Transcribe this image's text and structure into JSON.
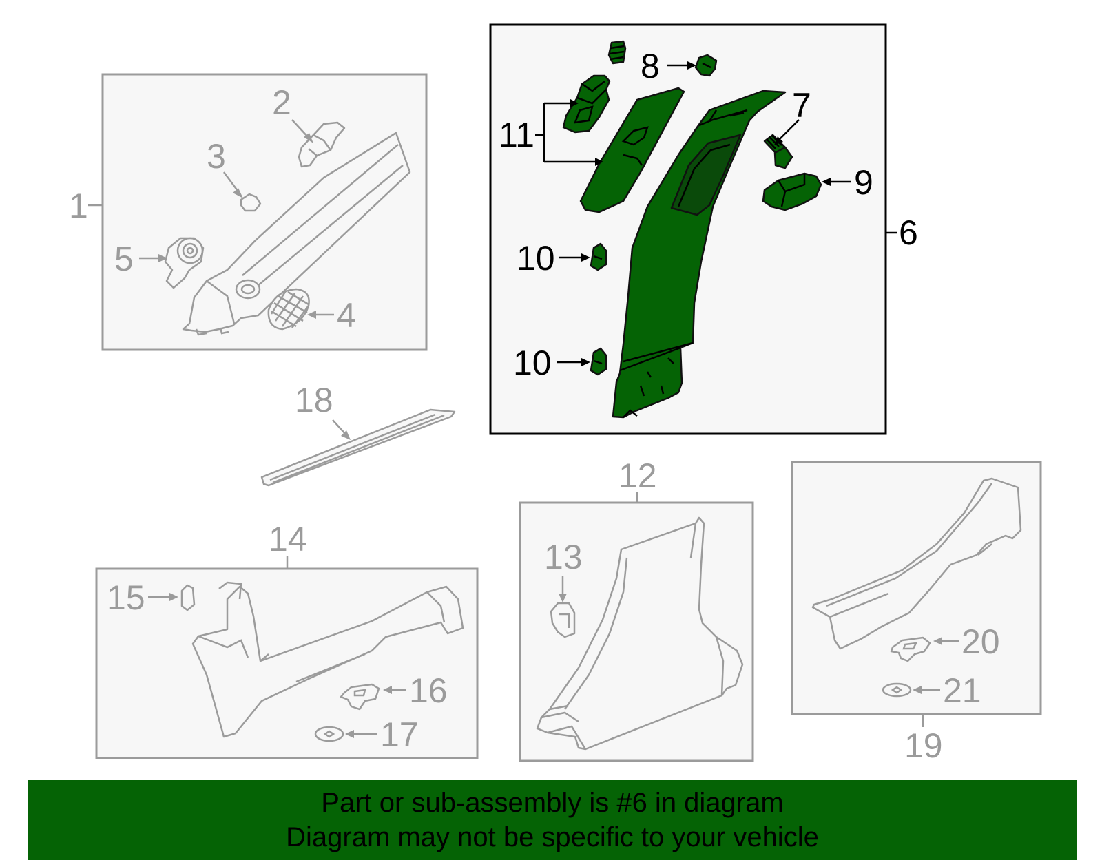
{
  "colors": {
    "highlight": "#056305",
    "highlight_dark": "#0a4a0a",
    "banner": "#056305",
    "inactive_line": "#9b9b9b",
    "panel_fill": "#f7f7f7"
  },
  "callouts": {
    "c1": "1",
    "c2": "2",
    "c3": "3",
    "c4": "4",
    "c5": "5",
    "c6": "6",
    "c7": "7",
    "c8": "8",
    "c9": "9",
    "c10a": "10",
    "c10b": "10",
    "c11": "11",
    "c12": "12",
    "c13": "13",
    "c14": "14",
    "c15": "15",
    "c16": "16",
    "c17": "17",
    "c18": "18",
    "c19": "19",
    "c20": "20",
    "c21": "21"
  },
  "banner": {
    "line1": "Part or sub-assembly is #6 in diagram",
    "line2": "Diagram may not be specific to your vehicle"
  }
}
